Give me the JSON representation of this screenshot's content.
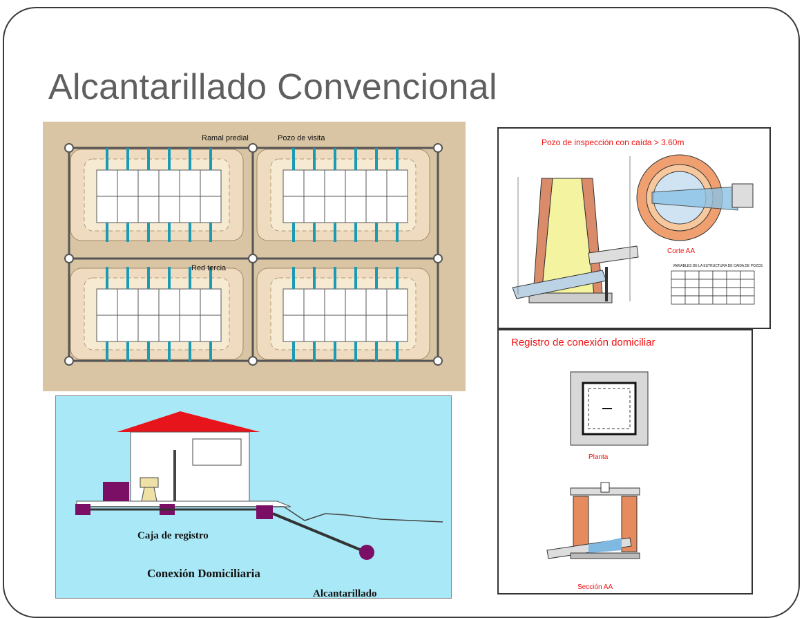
{
  "slide": {
    "title": "Alcantarillado Convencional"
  },
  "network_diagram": {
    "label_ramal": "Ramal predial",
    "label_pozo": "Pozo de visita",
    "label_red": "Red tercia"
  },
  "house_diagram": {
    "label_caja": "Caja de registro",
    "label_conexion": "Conexión Domiciliaria",
    "label_alcantarillado": "Alcantarillado",
    "colors": {
      "background": "#a9e8f6",
      "roof": "#e8141b",
      "box": "#7b0f66"
    }
  },
  "pozo_drawing": {
    "title": "Pozo de inspección con caída > 3.60m",
    "caption": "Corte AA",
    "table_title": "VARIABLES DE LA ESTRUCTURA DE CAIDA DE POZOS"
  },
  "registro_drawing": {
    "title": "Registro de conexión domiciliar",
    "caption_plan": "Planta",
    "caption_section": "Sección AA"
  }
}
